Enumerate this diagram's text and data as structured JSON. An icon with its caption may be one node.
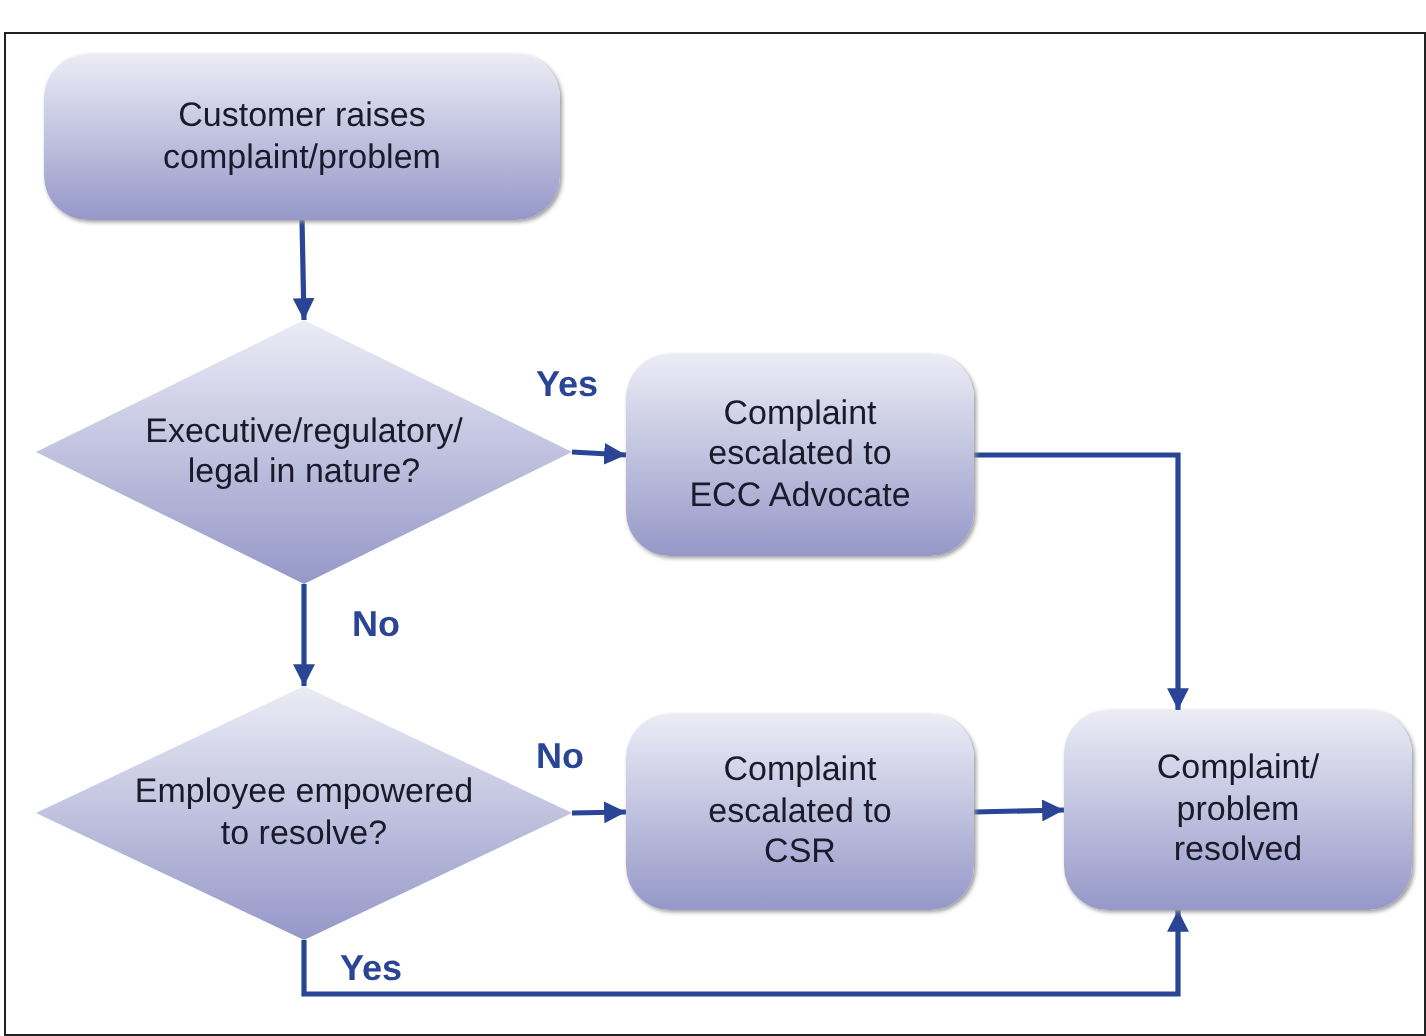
{
  "diagram": {
    "nodes": [
      {
        "text": [
          "Customer raises complaint/problem"
        ]
      },
      {
        "text": [
          "Executive/regulatory/ legal in nature?"
        ]
      },
      {
        "text": [
          "Complaint escalated to ECC Advocate"
        ]
      },
      {
        "text": [
          "Employee empowered to resolve?"
        ]
      },
      {
        "text": [
          "Complaint escalated to CSR"
        ]
      },
      {
        "text": [
          "Complaint/ problem resolved"
        ]
      }
    ],
    "edges": [
      {
        "from": 0,
        "to": 1,
        "arrow": "to"
      },
      {
        "from": 1,
        "to": 2,
        "arrow": "to",
        "label": "Yes"
      },
      {
        "from": 1,
        "to": 3,
        "arrow": "to",
        "label": "No"
      },
      {
        "from": 3,
        "to": 4,
        "arrow": "to",
        "label": "No"
      },
      {
        "from": 4,
        "to": 5,
        "arrow": "to"
      },
      {
        "from": 2,
        "to": 5,
        "arrow": "to"
      },
      {
        "from": 3,
        "to": 5,
        "arrow": "to",
        "label": "Yes"
      }
    ]
  }
}
